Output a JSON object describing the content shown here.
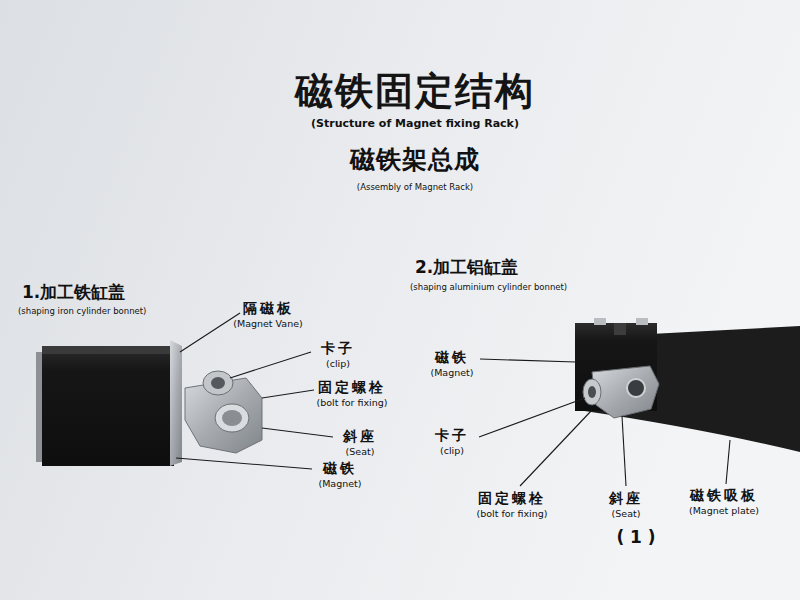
{
  "diagram": {
    "title": "磁铁固定结构",
    "labels": [
      "(Structure of Magnet fixing Rack)",
      "磁铁架总成",
      "(Assembly of Magnet Rack)",
      "1.加工铁缸盖",
      "(shaping iron cylinder bonnet)",
      "隔磁板",
      "(Magnet Vane)",
      "卡子",
      "(clip)",
      "固定螺栓",
      "(bolt for fixing)",
      "斜座",
      "(Seat)",
      "磁铁",
      "(Magnet)",
      "2.加工铝缸盖",
      "(shaping aluminium cylinder bonnet)",
      "磁铁",
      "(Magnet)",
      "卡子",
      "(clip)",
      "固定螺栓",
      "(bolt for fixing)",
      "斜座",
      "(Seat)",
      "磁铁吸板",
      "(Magnet plate)",
      "( 1 )"
    ]
  }
}
